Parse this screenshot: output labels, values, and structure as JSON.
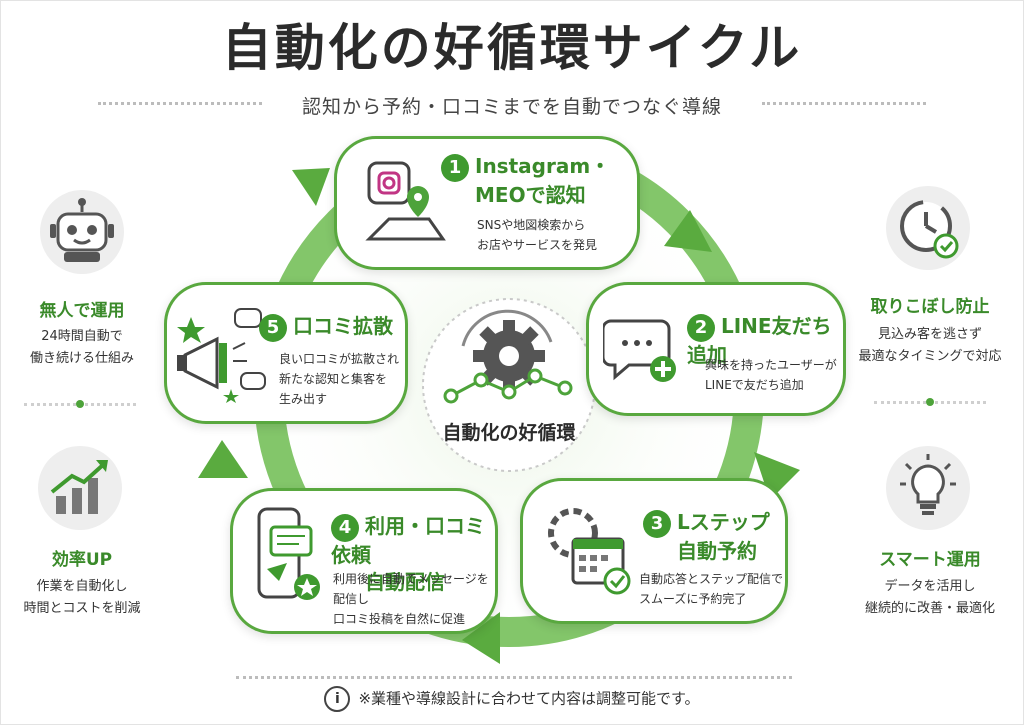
{
  "header": {
    "title": "自動化の好循環サイクル",
    "subtitle": "認知から予約・口コミまでを自動でつなぐ導線"
  },
  "center": {
    "label": "自動化の好循環"
  },
  "steps": [
    {
      "num": "1",
      "title_line1": "Instagram・",
      "title_line2": "MEOで認知",
      "desc_line1": "SNSや地図検索から",
      "desc_line2": "お店やサービスを発見"
    },
    {
      "num": "2",
      "title_line1": "LINE友だち追加",
      "desc_line1": "興味を持ったユーザーが",
      "desc_line2": "LINEで友だち追加"
    },
    {
      "num": "3",
      "title_line1": "Lステップ",
      "title_line2": "自動予約",
      "desc_line1": "自動応答とステップ配信で",
      "desc_line2": "スムーズに予約完了"
    },
    {
      "num": "4",
      "title_line1": "利用・口コミ依頼",
      "title_line2": "自動配信",
      "desc_line1": "利用後に自動でメッセージを配信し",
      "desc_line2": "口コミ投稿を自然に促進"
    },
    {
      "num": "5",
      "title_line1": "口コミ拡散",
      "desc_line1": "良い口コミが拡散され",
      "desc_line2": "新たな認知と集客を",
      "desc_line3": "生み出す"
    }
  ],
  "left_benefits": [
    {
      "icon": "robot-icon",
      "title": "無人で運用",
      "desc_line1": "24時間自動で",
      "desc_line2": "働き続ける仕組み"
    },
    {
      "icon": "growth-chart-icon",
      "title": "効率UP",
      "desc_line1": "作業を自動化し",
      "desc_line2": "時間とコストを削減"
    }
  ],
  "right_benefits": [
    {
      "icon": "clock-check-icon",
      "title": "取りこぼし防止",
      "desc_line1": "見込み客を逃さず",
      "desc_line2": "最適なタイミングで対応"
    },
    {
      "icon": "lightbulb-icon",
      "title": "スマート運用",
      "desc_line1": "データを活用し",
      "desc_line2": "継続的に改善・最適化"
    }
  ],
  "footer": {
    "note": "※業種や導線設計に合わせて内容は調整可能です。"
  },
  "colors": {
    "accent_green": "#3f9a2f",
    "light_green": "#7cc462",
    "text_dark": "#2b2b2b"
  }
}
